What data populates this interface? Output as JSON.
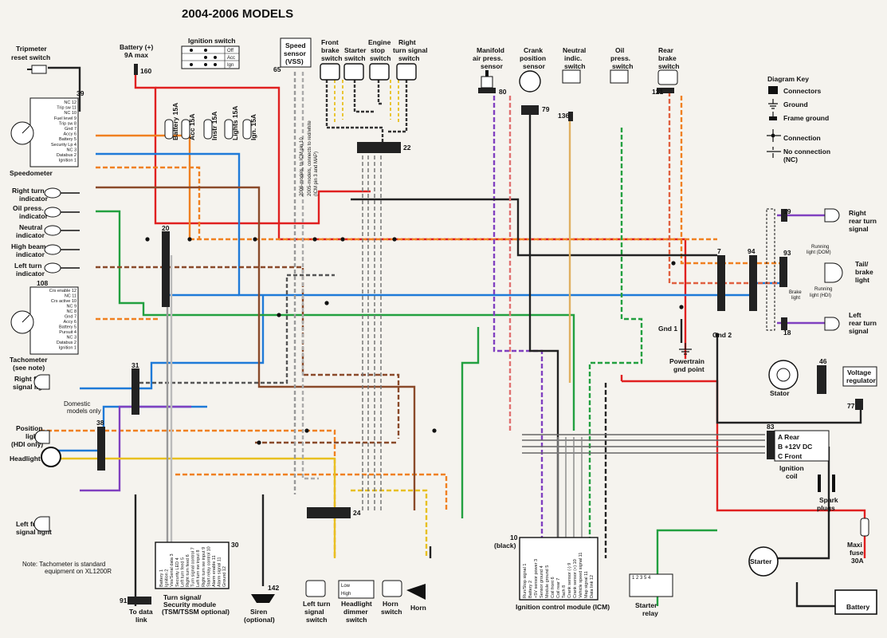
{
  "title": "2004-2006 MODELS",
  "connectors": {
    "c20": "20",
    "c31": "31",
    "c38": "38",
    "c22": "22",
    "c24": "24",
    "c7": "7",
    "c94": "94",
    "c46": "46",
    "c77": "77",
    "c19": "19",
    "c18": "18",
    "c93": "93",
    "c83": "83",
    "c80": "80",
    "c79": "79",
    "c136": "136",
    "c121": "121",
    "c160": "160",
    "c91": "91",
    "c65": "65",
    "c39": "39",
    "c108": "108",
    "c30": "30",
    "c142": "142",
    "c10": "10"
  },
  "fuses": [
    "Battery 15A",
    "Acc 15A",
    "Instr 15A",
    "Lights 15A",
    "Ign. 15A"
  ],
  "speedometer_pins": [
    "NC 12",
    "Trip sw 11",
    "NC 10",
    "Fuel level 9",
    "Trip sw 8",
    "Gnd 7",
    "Accy 6",
    "Battery 5",
    "Security Lp 4",
    "NC 3",
    "Databus 2",
    "Ignition 1"
  ],
  "tachometer_pins": [
    "Crs enable 12",
    "NC 11",
    "Crs active 10",
    "NC 9",
    "NC 8",
    "Gnd 7",
    "Accy 6",
    "Battery 5",
    "Pursuit 4",
    "NC 3",
    "Databus 2",
    "Ignition 1"
  ],
  "icm_pins": [
    "Run/Stop signal 1",
    "Battery 2",
    "+5V sensor power 3",
    "Sensor ground 4",
    "Module ground 5",
    "Coil front 6",
    "Coil rear 7",
    "Tach 8",
    "Crank sensor (-) 9",
    "Crank sensor (+) 10",
    "Vehicle speed signal 11",
    "Map signal 11",
    "Data link 12"
  ],
  "tsm_pins": [
    "Battery 1",
    "Ignition 2",
    "Vss/Serial data 3",
    "Security LED 4",
    "Left turn feed 5",
    "Right turn feed 6",
    "Turn signal control 7",
    "Left turn sw input 8",
    "Right turn sw input 9",
    "Start relay control 10",
    "Alarm enable 11",
    "Alarm signal 11",
    "Ground 12"
  ],
  "labels": {
    "tripmeter1": "Tripmeter",
    "tripmeter2": "reset switch",
    "speedometer": "Speedometer",
    "right_turn_ind1": "Right turn",
    "right_turn_ind2": "indicator",
    "oil_press_ind1": "Oil press.",
    "oil_press_ind2": "indicator",
    "neutral_ind1": "Neutral",
    "neutral_ind2": "indicator",
    "highbeam_ind1": "High beam",
    "highbeam_ind2": "indicator",
    "leftturn_ind1": "Left turn",
    "leftturn_ind2": "indicator",
    "tachometer": "Tachometer",
    "see_note": "(see note)",
    "rf_signal1": "Right front",
    "rf_signal2": "signal light",
    "position1": "Position",
    "position2": "light",
    "position3": "(HDI only)",
    "headlight": "Headlight",
    "lf_signal1": "Left front",
    "lf_signal2": "signal light",
    "domestic1": "Domestic",
    "domestic2": "models only",
    "note1": "Note:  Tachometer is standard",
    "note2": "equipment on XL1200R",
    "data_link1": "To data",
    "data_link2": "link",
    "battery_plus": "Battery (+)",
    "battery_max": "9A max",
    "ignition_switch": "Ignition switch",
    "ign_off": "Off",
    "ign_acc": "Acc",
    "ign_ign": "Ign",
    "speed_sensor1": "Speed",
    "speed_sensor2": "sensor",
    "speed_sensor3": "(VSS)",
    "vss_note1": "2006-models, to ICM pin 10",
    "vss_note2": "2005-models, connects to red/white",
    "vss_note3": "(ICM pin 3 and MAP)",
    "front_brake1": "Front",
    "front_brake2": "brake",
    "front_brake3": "switch",
    "starter_sw1": "Starter",
    "starter_sw2": "switch",
    "engine_stop1": "Engine",
    "engine_stop2": "stop",
    "engine_stop3": "switch",
    "right_turn_sw1": "Right",
    "right_turn_sw2": "turn signal",
    "right_turn_sw3": "switch",
    "manifold1": "Manifold",
    "manifold2": "air press.",
    "manifold3": "sensor",
    "crank1": "Crank",
    "crank2": "position",
    "crank3": "sensor",
    "neutral_sw1": "Neutral",
    "neutral_sw2": "indic.",
    "neutral_sw3": "switch",
    "oil_sw1": "Oil",
    "oil_sw2": "press.",
    "oil_sw3": "switch",
    "rear_brake1": "Rear",
    "rear_brake2": "brake",
    "rear_brake3": "switch",
    "rr_signal1": "Right",
    "rr_signal2": "rear turn",
    "rr_signal3": "signal",
    "lr_signal1": "Left",
    "lr_signal2": "rear turn",
    "lr_signal3": "signal",
    "tail1": "Tail/",
    "tail2": "brake",
    "tail3": "light",
    "running_dom1": "Running",
    "running_dom2": "light (DOM)",
    "running_hdi1": "Running",
    "running_hdi2": "light (HDI)",
    "brake_light1": "Brake",
    "brake_light2": "light",
    "gnd1": "Gnd 1",
    "gnd2": "Gnd 2",
    "powertrain1": "Powertrain",
    "powertrain2": "gnd point",
    "stator": "Stator",
    "voltage1": "Voltage",
    "voltage2": "regulator",
    "coil_a": "A Rear",
    "coil_b": "B +12V DC",
    "coil_c": "C Front",
    "coil1": "Ignition",
    "coil2": "coil",
    "spark1": "Spark",
    "spark2": "plugs",
    "maxi1": "Maxi",
    "maxi2": "fuse",
    "maxi3": "30A",
    "starter": "Starter",
    "battery": "Battery",
    "relay_pins": "1  2  3  5  4",
    "relay1": "Starter",
    "relay2": "relay",
    "icm_black": "(black)",
    "icm": "Ignition control module (ICM)",
    "tsm1": "Turn signal/",
    "tsm2": "Security module",
    "tsm3": "(TSM/TSSM optional)",
    "siren1": "Siren",
    "siren2": "(optional)",
    "lt_sw1": "Left turn",
    "lt_sw2": "signal",
    "lt_sw3": "switch",
    "dim_low": "Low",
    "dim_high": "High",
    "dimmer1": "Headlight",
    "dimmer2": "dimmer",
    "dimmer3": "switch",
    "horn_sw1": "Horn",
    "horn_sw2": "switch",
    "horn": "Horn"
  },
  "key": {
    "title": "Diagram Key",
    "connectors": "Connectors",
    "ground": "Ground",
    "frame_ground": "Frame ground",
    "connection": "Connection",
    "no_connection": "No connection",
    "nc": "(NC)"
  },
  "colors": {
    "red": "#e02020",
    "orange": "#f08020",
    "blue": "#1e7ad8",
    "green": "#22a040",
    "violet": "#8040c0",
    "brown": "#8a4a2a",
    "yellow": "#e8c020",
    "black": "#222222"
  }
}
